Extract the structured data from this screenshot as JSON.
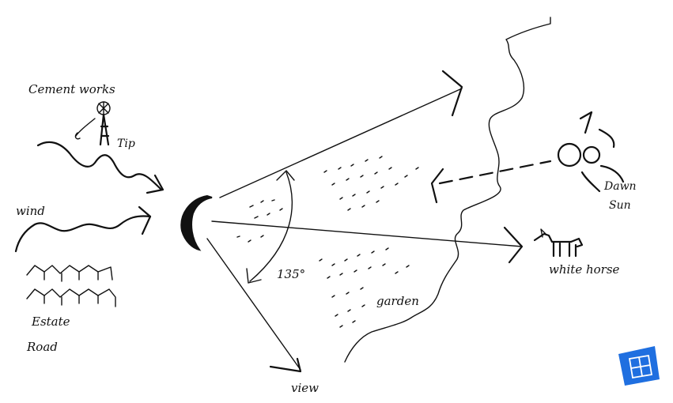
{
  "labels": {
    "cement_works": "Cement works",
    "tip": "Tip",
    "wind": "wind",
    "estate": "Estate",
    "road": "Road",
    "angle": "135°",
    "garden": "garden",
    "view": "view",
    "dawn_sun": "Dawn",
    "sun": "Sun",
    "white_horse": "white horse"
  },
  "colors": {
    "ink": "#111111",
    "badge": "#1f6fe0"
  },
  "icons": {
    "badge": "floorplan-badge-icon"
  }
}
